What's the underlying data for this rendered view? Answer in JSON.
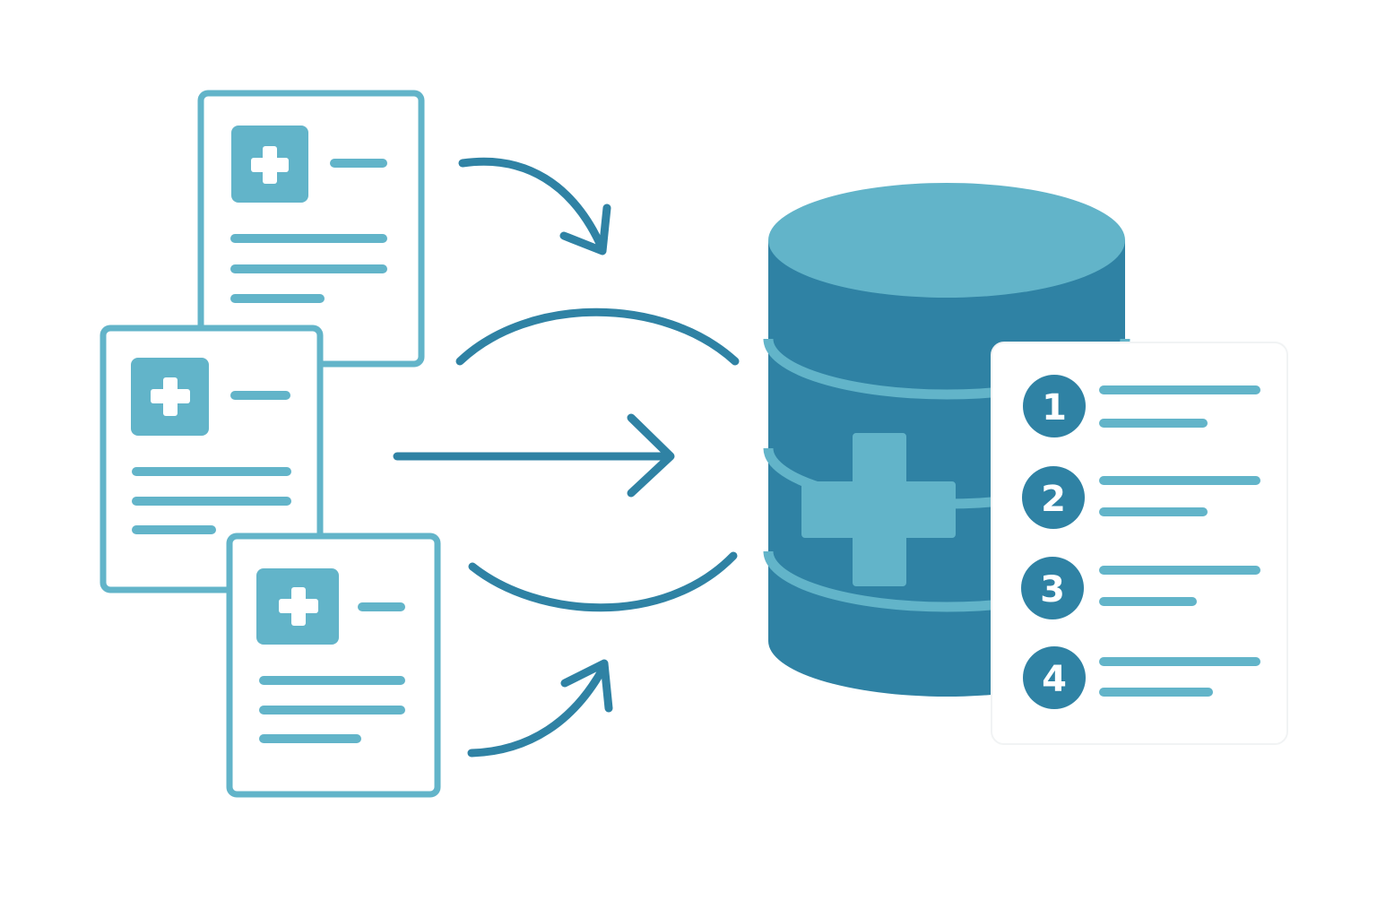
{
  "colors": {
    "light": "#62B4C9",
    "dark": "#2F82A4",
    "background": "#FFFFFF",
    "white": "#FFFFFF"
  },
  "icons": {
    "document": "medical-record-icon",
    "cross": "medical-cross-icon",
    "database": "medical-database-icon",
    "list": "ranked-list-icon"
  },
  "ranked_list": {
    "items": [
      {
        "number": "1"
      },
      {
        "number": "2"
      },
      {
        "number": "3"
      },
      {
        "number": "4"
      }
    ]
  }
}
